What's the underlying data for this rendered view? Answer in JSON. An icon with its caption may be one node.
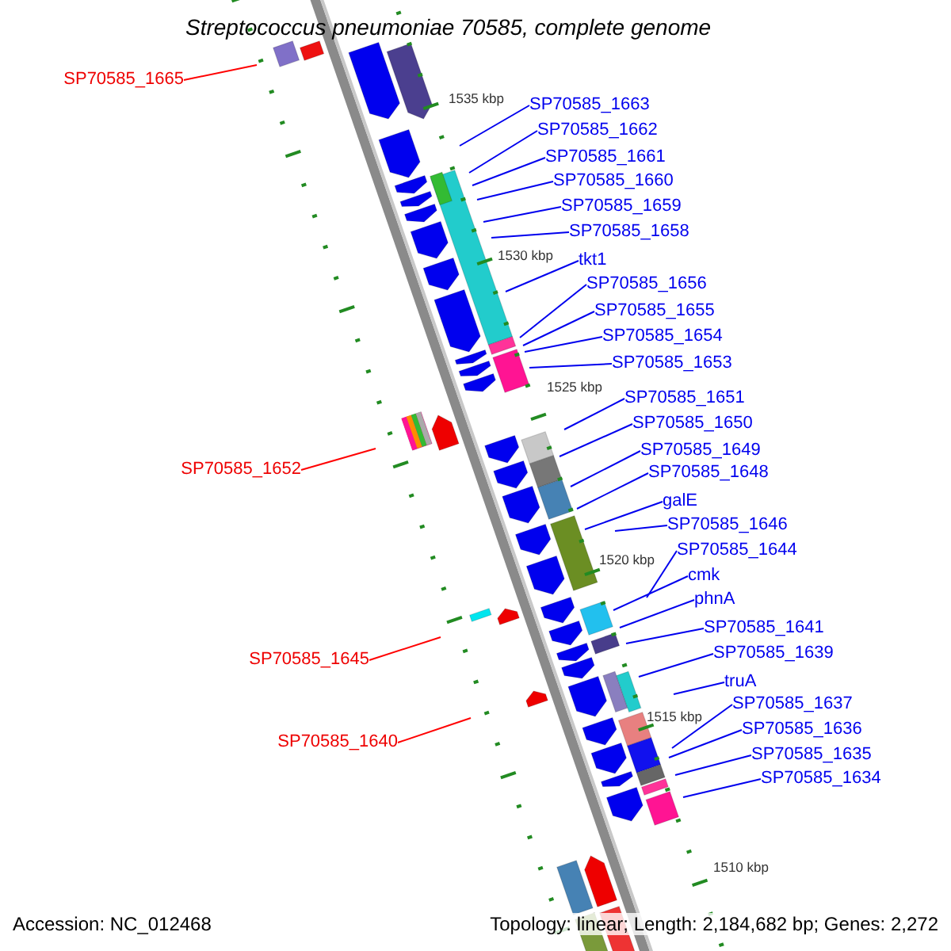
{
  "diagram": {
    "title": "Streptococcus pneumoniae 70585, complete genome",
    "nodes": [
      {
        "text": [
          "SP70585_1665"
        ]
      },
      {
        "text": [
          "SP70585_1663"
        ]
      },
      {
        "text": [
          "SP70585_1662"
        ]
      },
      {
        "text": [
          "SP70585_1661"
        ]
      },
      {
        "text": [
          "SP70585_1660"
        ]
      },
      {
        "text": [
          "SP70585_1659"
        ]
      },
      {
        "text": [
          "SP70585_1658"
        ]
      },
      {
        "text": [
          "tkt1"
        ]
      },
      {
        "text": [
          "SP70585_1656"
        ]
      },
      {
        "text": [
          "SP70585_1655"
        ]
      },
      {
        "text": [
          "SP70585_1654"
        ]
      },
      {
        "text": [
          "SP70585_1653"
        ]
      },
      {
        "text": [
          "SP70585_1651"
        ]
      },
      {
        "text": [
          "SP70585_1650"
        ]
      },
      {
        "text": [
          "SP70585_1649"
        ]
      },
      {
        "text": [
          "SP70585_1652"
        ]
      },
      {
        "text": [
          "SP70585_1648"
        ]
      },
      {
        "text": [
          "galE"
        ]
      },
      {
        "text": [
          "SP70585_1646"
        ]
      },
      {
        "text": [
          "SP70585_1644"
        ]
      },
      {
        "text": [
          "cmk"
        ]
      },
      {
        "text": [
          "phnA"
        ]
      },
      {
        "text": [
          "SP70585_1641"
        ]
      },
      {
        "text": [
          "SP70585_1639"
        ]
      },
      {
        "text": [
          "SP70585_1645"
        ]
      },
      {
        "text": [
          "truA"
        ]
      },
      {
        "text": [
          "SP70585_1637"
        ]
      },
      {
        "text": [
          "SP70585_1636"
        ]
      },
      {
        "text": [
          "SP70585_1640"
        ]
      },
      {
        "text": [
          "SP70585_1635"
        ]
      },
      {
        "text": [
          "SP70585_1634"
        ]
      }
    ],
    "edges": [
      {
        "from": 0,
        "to": null,
        "arrow": "none",
        "color": "#ff0000"
      },
      {
        "from": 1,
        "to": null,
        "arrow": "none"
      },
      {
        "from": 2,
        "to": null,
        "arrow": "none"
      },
      {
        "from": 3,
        "to": null,
        "arrow": "none"
      },
      {
        "from": 4,
        "to": null,
        "arrow": "none"
      },
      {
        "from": 5,
        "to": null,
        "arrow": "none"
      },
      {
        "from": 6,
        "to": null,
        "arrow": "none"
      },
      {
        "from": 7,
        "to": null,
        "arrow": "none"
      },
      {
        "from": 8,
        "to": null,
        "arrow": "none"
      },
      {
        "from": 9,
        "to": null,
        "arrow": "none"
      },
      {
        "from": 10,
        "to": null,
        "arrow": "none"
      },
      {
        "from": 11,
        "to": null,
        "arrow": "none"
      },
      {
        "from": 12,
        "to": null,
        "arrow": "none"
      },
      {
        "from": 13,
        "to": null,
        "arrow": "none"
      },
      {
        "from": 14,
        "to": null,
        "arrow": "none"
      },
      {
        "from": 15,
        "to": null,
        "arrow": "none",
        "color": "#ff0000"
      },
      {
        "from": 16,
        "to": null,
        "arrow": "none"
      },
      {
        "from": 17,
        "to": null,
        "arrow": "none"
      },
      {
        "from": 18,
        "to": null,
        "arrow": "none"
      },
      {
        "from": 19,
        "to": null,
        "arrow": "none"
      },
      {
        "from": 20,
        "to": null,
        "arrow": "none"
      },
      {
        "from": 21,
        "to": null,
        "arrow": "none"
      },
      {
        "from": 22,
        "to": null,
        "arrow": "none"
      },
      {
        "from": 23,
        "to": null,
        "arrow": "none"
      },
      {
        "from": 24,
        "to": null,
        "arrow": "none",
        "color": "#ff0000"
      },
      {
        "from": 25,
        "to": null,
        "arrow": "none"
      },
      {
        "from": 26,
        "to": null,
        "arrow": "none"
      },
      {
        "from": 27,
        "to": null,
        "arrow": "none"
      },
      {
        "from": 28,
        "to": null,
        "arrow": "none",
        "color": "#ff0000"
      },
      {
        "from": 29,
        "to": null,
        "arrow": "none"
      },
      {
        "from": 30,
        "to": null,
        "arrow": "none"
      }
    ],
    "labels": [
      "1535 kbp",
      "1530 kbp",
      "1525 kbp",
      "1520 kbp",
      "1515 kbp",
      "1510 kbp",
      "Accession: NC_012468",
      "Topology: linear; Length: 2,184,682 bp; Genes: 2,272"
    ]
  }
}
